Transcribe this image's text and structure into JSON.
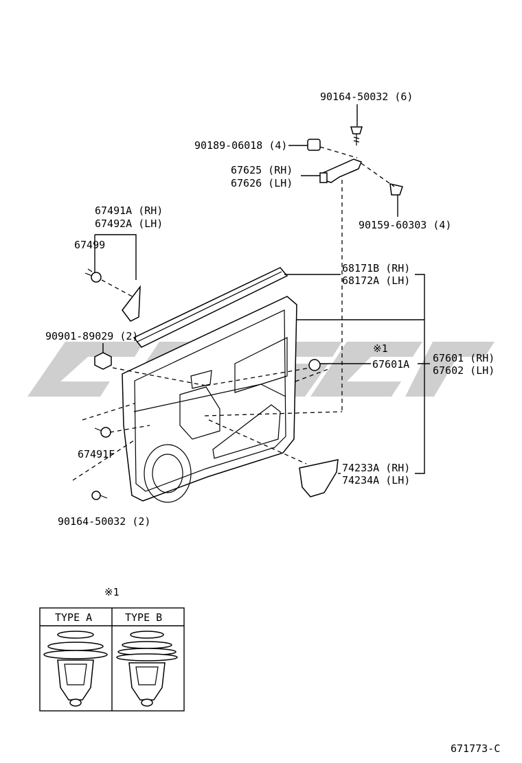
{
  "labels": {
    "p90164_top": "90164-50032 (6)",
    "p90189": "90189-06018 (4)",
    "p67625": "67625 (RH)",
    "p67626": "67626 (LH)",
    "p90159": "90159-60303 (4)",
    "p67491A": "67491A (RH)",
    "p67492A": "67492A (LH)",
    "p67499": "67499",
    "p68171B": "68171B (RH)",
    "p68172A": "68172A (LH)",
    "p90901": "90901-89029 (2)",
    "note_mark_1": "※1",
    "p67601A": "67601A",
    "p67601": "67601 (RH)",
    "p67602": "67602 (LH)",
    "p67491F": "67491F",
    "p74233A": "74233A (RH)",
    "p74234A": "74234A (LH)",
    "p90164_bottom": "90164-50032 (2)"
  },
  "clip_detail": {
    "note_mark": "※1",
    "type_a": "TYPE A",
    "type_b": "TYPE B"
  },
  "figure_id": "671773-C",
  "colors": {
    "ink": "#000000",
    "watermark": "#cfcfcf",
    "background": "#ffffff"
  }
}
